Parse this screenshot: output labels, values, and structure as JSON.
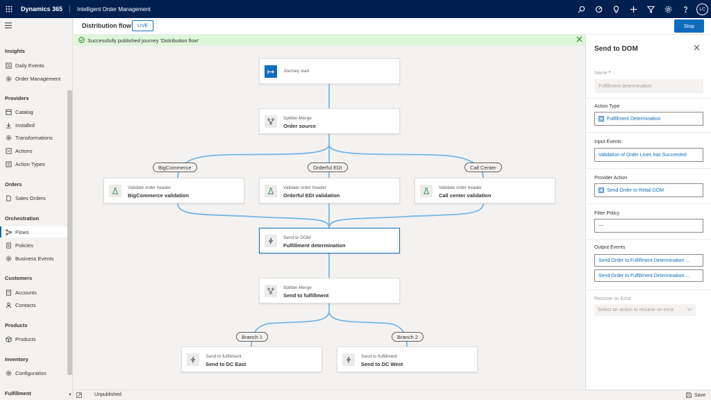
{
  "topbar": {
    "brand": "Dynamics 365",
    "app_name": "Intelligent Order Management",
    "icons": [
      "search-icon",
      "target-icon",
      "lightbulb-icon",
      "plus-icon",
      "filter-icon",
      "gear-icon",
      "help-icon"
    ],
    "avatar_initials": "LC",
    "bg_color": "#002050"
  },
  "sidebar": {
    "sections": [
      {
        "title": "Insights",
        "items": [
          {
            "label": "Daily Events",
            "icon": "events-icon"
          },
          {
            "label": "Order Management",
            "icon": "gear-icon"
          }
        ]
      },
      {
        "title": "Providers",
        "items": [
          {
            "label": "Catalog",
            "icon": "catalog-icon"
          },
          {
            "label": "Installed",
            "icon": "download-icon"
          },
          {
            "label": "Transformations",
            "icon": "transform-icon"
          },
          {
            "label": "Actions",
            "icon": "actions-icon"
          },
          {
            "label": "Action Types",
            "icon": "action-types-icon"
          }
        ]
      },
      {
        "title": "Orders",
        "items": [
          {
            "label": "Sales Orders",
            "icon": "document-icon"
          }
        ]
      },
      {
        "title": "Orchestration",
        "items": [
          {
            "label": "Flows",
            "icon": "flow-icon",
            "selected": true
          },
          {
            "label": "Policies",
            "icon": "policy-icon"
          },
          {
            "label": "Business Events",
            "icon": "events-icon"
          }
        ]
      },
      {
        "title": "Customers",
        "items": [
          {
            "label": "Accounts",
            "icon": "building-icon"
          },
          {
            "label": "Contacts",
            "icon": "person-icon"
          }
        ]
      },
      {
        "title": "Products",
        "items": [
          {
            "label": "Products",
            "icon": "box-icon"
          }
        ]
      },
      {
        "title": "Inventory",
        "items": [
          {
            "label": "Configuration",
            "icon": "gear-icon"
          }
        ]
      },
      {
        "title": "Fulfillment",
        "items": []
      }
    ]
  },
  "header": {
    "title": "Distribution flow",
    "status": "LIVE",
    "stop_label": "Stop"
  },
  "notification": {
    "text": "Successfully published journey 'Distribution flow'"
  },
  "flow": {
    "journey_start": "Journey start",
    "order_source": {
      "subtitle": "Splitter-Merge",
      "title": "Order source"
    },
    "branches_top": [
      "BigCommerce",
      "Orderful EDI",
      "Call Center"
    ],
    "validations": [
      {
        "subtitle": "Validate order header",
        "title": "BigCommerce validation"
      },
      {
        "subtitle": "Validate order header",
        "title": "Orderful EDI validation"
      },
      {
        "subtitle": "Validate order header",
        "title": "Call center validation"
      }
    ],
    "send_to_dom": {
      "subtitle": "Send to DOM",
      "title": "Fulfillment determination"
    },
    "send_to_fulfillment": {
      "subtitle": "Splitter-Merge",
      "title": "Send to fulfillment"
    },
    "branches_bottom": [
      "Branch 1",
      "Branch 2"
    ],
    "fulfillment_nodes": [
      {
        "subtitle": "Send to fulfillment",
        "title": "Send to DC East"
      },
      {
        "subtitle": "Send to fulfillment",
        "title": "Send to DC West"
      }
    ],
    "line_color": "#76b5e4",
    "accent_color": "#0f6cbd"
  },
  "status_bar": {
    "state": "Unpublished",
    "save_label": "Save"
  },
  "panel": {
    "title": "Send to DOM",
    "name_label": "Name",
    "name_placeholder": "Fulfillment determination",
    "action_type_label": "Action Type",
    "action_type_value": "Fulfillment Determination",
    "input_events_label": "Input Events",
    "input_events_value": "Validation of Order Lines has Succeeded",
    "provider_action_label": "Provider Action",
    "provider_action_value": "Send Order to Retail DOM",
    "filter_policy_label": "Filter Policy",
    "filter_policy_value": "---",
    "output_events_label": "Output Events",
    "output_events": [
      "Send Order to Fulfillment Determination ...",
      "Send Order to Fulfillment Determination ..."
    ],
    "resume_label": "Resume on Error",
    "resume_placeholder": "Select an action to resume on error"
  }
}
